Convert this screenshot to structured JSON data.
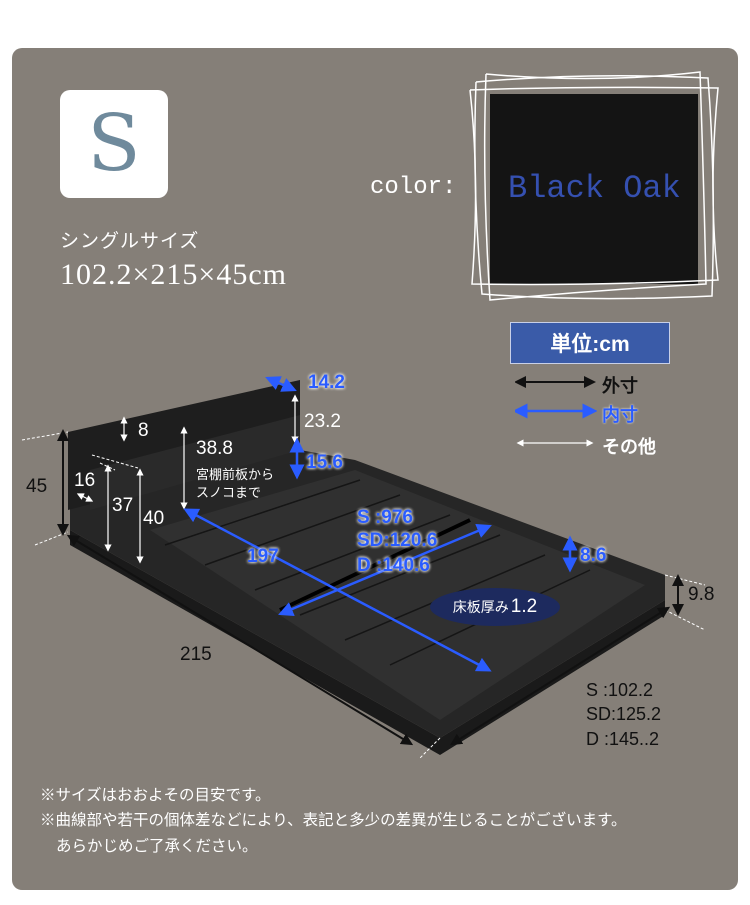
{
  "size_badge": "S",
  "size_name": "シングルサイズ",
  "size_dims": "102.2×215×45cm",
  "color_label": "color:",
  "color_name": "Black Oak",
  "unit_label": "単位:cm",
  "legend": [
    {
      "label": "外寸",
      "color": "#111111"
    },
    {
      "label": "内寸",
      "color": "#2a5cff"
    },
    {
      "label": "その他",
      "color": "#ffffff"
    }
  ],
  "dimensions": {
    "shelf_depth": "14.2",
    "headboard_top": "8",
    "upper_shelf": "23.2",
    "shelf_to_slat": "38.8",
    "shelf_to_slat_note1": "宮棚前板から",
    "shelf_to_slat_note2": "スノコまで",
    "lower_shelf": "15.6",
    "side_depth": "16",
    "side_37": "37",
    "side_40": "40",
    "total_height": "45",
    "inner_width_s": "S :976",
    "inner_width_sd": "SD:120.6",
    "inner_width_d": "D :140.6",
    "inner_length": "197",
    "frame_inner_height": "8.6",
    "frame_height": "9.8",
    "total_length": "215",
    "width_s": "S :102.2",
    "width_sd": "SD:125.2",
    "width_d": "D :145..2",
    "board_thickness_label": "床板厚み",
    "board_thickness": "1.2"
  },
  "notes": [
    "※サイズはおおよその目安です。",
    "※曲線部や若干の個体差などにより、表記と多少の差異が生じることがございます。",
    "あらかじめご了承ください。"
  ]
}
